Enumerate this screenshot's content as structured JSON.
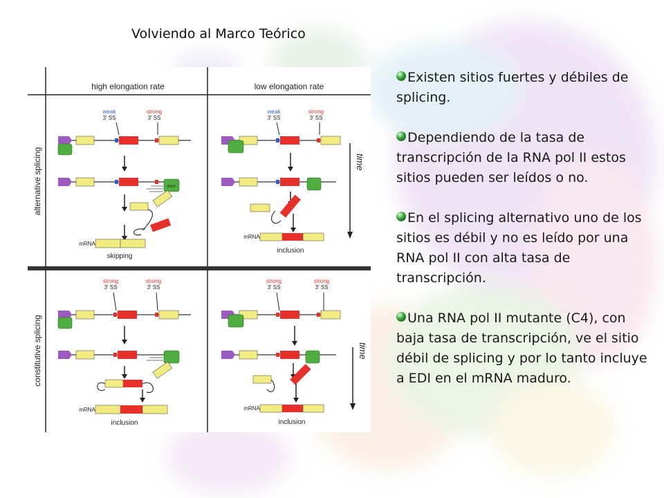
{
  "slide": {
    "title": "Volviendo al Marco Teórico"
  },
  "figure": {
    "col_headers": [
      "high elongation rate",
      "low elongation rate"
    ],
    "row_headers": [
      "alternative splicing",
      "constitutive splicing"
    ],
    "time_label": "time",
    "panels": {
      "alt_high": {
        "ss_left": "weak\n3' SS",
        "ss_right": "strong\n3' SS",
        "result": "skipping"
      },
      "alt_low": {
        "ss_left": "weak\n3' SS",
        "ss_right": "strong\n3' SS",
        "result": "inclusion"
      },
      "const_high": {
        "ss_left": "strong\n3' SS",
        "ss_right": "strong\n3' SS",
        "result": "inclusion"
      },
      "const_low": {
        "ss_left": "strong\n3' SS",
        "ss_right": "strong\n3' SS",
        "result": "inclusion"
      }
    },
    "mrna_label": "mRNA",
    "pol_label": "Pol II",
    "colors": {
      "exon_yellow": "#f2ec82",
      "exon_red": "#e8302a",
      "promoter": "#9b5bc0",
      "pol": "#4fae3f",
      "weak": "#2b5fd0",
      "strong": "#e8302a"
    }
  },
  "bullets": [
    "Existen sitios fuertes y débiles de splicing.",
    "Dependiendo de la tasa de transcripción de la RNA pol II estos sitios pueden ser leídos o no.",
    "En el splicing alternativo uno de los sitios es débil y no es leído por una RNA pol II con alta tasa de transcripción.",
    "Una RNA pol II mutante (C4), con baja tasa de transcripción, ve el sitio débil de splicing y por lo tanto incluye a EDI en el mRNA maduro."
  ]
}
